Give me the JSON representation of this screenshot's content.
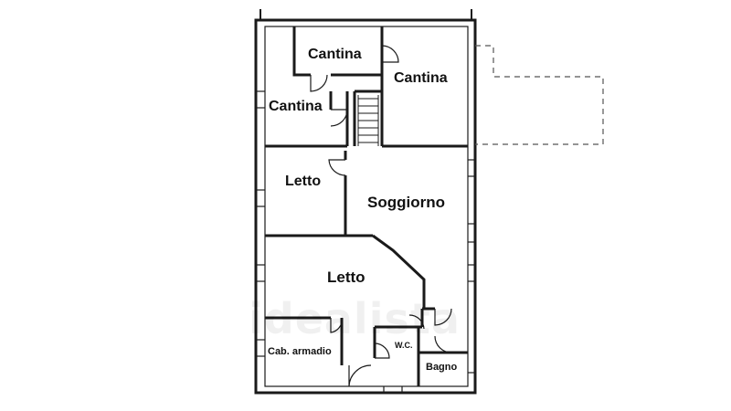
{
  "rooms": {
    "cantina_top": "Cantina",
    "cantina_right": "Cantina",
    "cantina_left": "Cantina",
    "letto_small": "Letto",
    "soggiorno": "Soggiorno",
    "letto_large": "Letto",
    "cab_armadio": "Cab. armadio",
    "wc": "W.C.",
    "bagno": "Bagno"
  },
  "watermark": "idealista",
  "colors": {
    "wall": "#1a1a1a",
    "dashed": "#555555"
  }
}
